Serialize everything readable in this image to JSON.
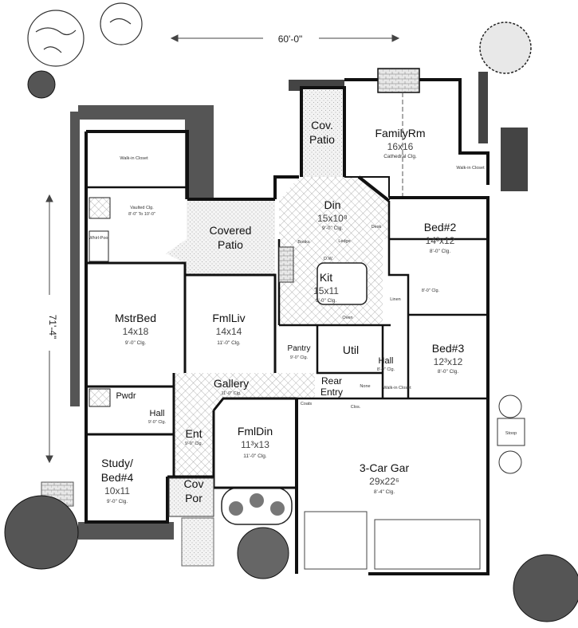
{
  "overall": {
    "width_label": "60'-0\"",
    "depth_label": "71'-4\""
  },
  "rooms": {
    "cov_patio_top": {
      "name_1": "Cov.",
      "name_2": "Patio"
    },
    "family_rm": {
      "name": "FamilyRm",
      "size": "16x16",
      "ceiling": "Cathedral Clg."
    },
    "covered_patio": {
      "name_1": "Covered",
      "name_2": "Patio"
    },
    "din": {
      "name": "Din",
      "size": "15x10⁸",
      "ceiling": "9'-0\" Clg."
    },
    "bed2": {
      "name": "Bed#2",
      "size": "14³x12",
      "ceiling": "8'-0\" Clg."
    },
    "kit": {
      "name": "Kit",
      "size": "15x11",
      "ceiling": "9'-0\" Clg."
    },
    "mstr_bed": {
      "name": "MstrBed",
      "size": "14x18",
      "ceiling": "9'-0\" Clg."
    },
    "fml_liv": {
      "name": "FmlLiv",
      "size": "14x14",
      "ceiling": "11'-0\" Clg."
    },
    "pantry": {
      "name": "Pantry",
      "ceiling": "9'-0\" Clg."
    },
    "util": {
      "name": "Util"
    },
    "hall_right": {
      "name": "Hall",
      "ceiling": "8'-0\" Clg."
    },
    "bed3": {
      "name": "Bed#3",
      "size": "12³x12",
      "ceiling": "8'-0\" Clg."
    },
    "gallery": {
      "name": "Gallery",
      "ceiling": "11'-0\" Clg."
    },
    "rear_entry": {
      "name_1": "Rear",
      "name_2": "Entry"
    },
    "pwdr": {
      "name": "Pwdr"
    },
    "hall_left": {
      "name": "Hall",
      "ceiling": "9'-0\" Clg."
    },
    "ent": {
      "name": "Ent",
      "ceiling": "9'-0\" Clg."
    },
    "fml_din": {
      "name": "FmlDin",
      "size": "11³x13",
      "ceiling": "11'-0\" Clg."
    },
    "garage": {
      "name": "3-Car Gar",
      "size": "29x22⁶",
      "ceiling": "8'-4\" Clg."
    },
    "study": {
      "name_1": "Study/",
      "name_2": "Bed#4",
      "size": "10x11",
      "ceiling": "9'-0\" Clg."
    },
    "cov_por": {
      "name_1": "Cov",
      "name_2": "Por"
    }
  },
  "notes": {
    "walk_in_closet_master": "Walk-in Closet",
    "vaulted_clg_1": "Vaulted Clg.",
    "vaulted_clg_2": "8'-0\" To 10'-0\"",
    "whirlpool": "Whirl-Pool",
    "walk_in_closet_bed2": "Walk-in Closet",
    "books": "Books",
    "ledge": "Ledge",
    "desk": "Desk",
    "dw": "D.W.",
    "oven": "Oven",
    "linen": "Linen",
    "bath_clg": "8'-0\" Clg.",
    "walk_in_closet_bed3": "Walk-in Closet",
    "none": "None",
    "coats": "Coats",
    "clos": "Clos.",
    "stoop": "Stoop"
  }
}
